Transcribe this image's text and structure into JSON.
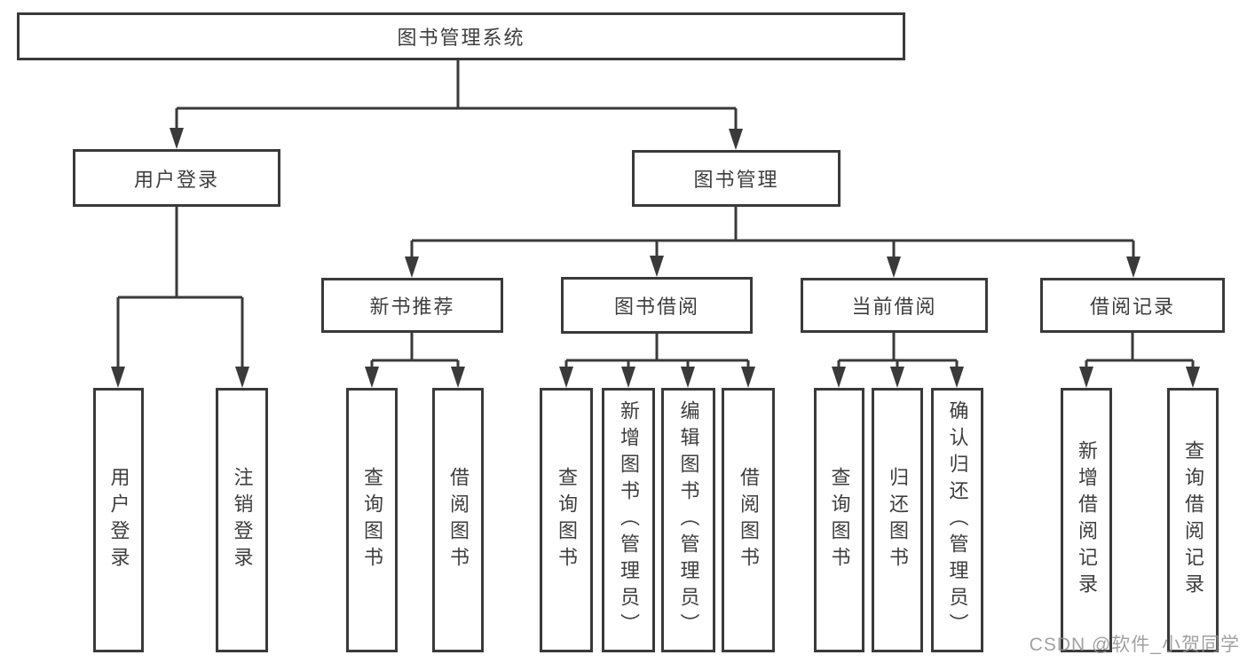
{
  "tree": {
    "root": {
      "label": "图书管理系统",
      "children": [
        {
          "label": "用户登录",
          "children": [
            {
              "label": "用户登录"
            },
            {
              "label": "注销登录"
            }
          ]
        },
        {
          "label": "图书管理",
          "children": [
            {
              "label": "新书推荐",
              "children": [
                {
                  "label": "查询图书"
                },
                {
                  "label": "借阅图书"
                }
              ]
            },
            {
              "label": "图书借阅",
              "children": [
                {
                  "label": "查询图书"
                },
                {
                  "label": "新增图书（管理员）"
                },
                {
                  "label": "编辑图书（管理员）"
                },
                {
                  "label": "借阅图书"
                }
              ]
            },
            {
              "label": "当前借阅",
              "children": [
                {
                  "label": "查询图书"
                },
                {
                  "label": "归还图书"
                },
                {
                  "label": "确认归还（管理员）"
                }
              ]
            },
            {
              "label": "借阅记录",
              "children": [
                {
                  "label": "新增借阅记录"
                },
                {
                  "label": "查询借阅记录"
                }
              ]
            }
          ]
        }
      ]
    }
  },
  "watermark": {
    "text": "CSDN @软件_小贺同学"
  },
  "colors": {
    "line": "#3a3a3a",
    "text": "#3e3e3e",
    "background": "#ffffff",
    "watermark": "#919191"
  }
}
